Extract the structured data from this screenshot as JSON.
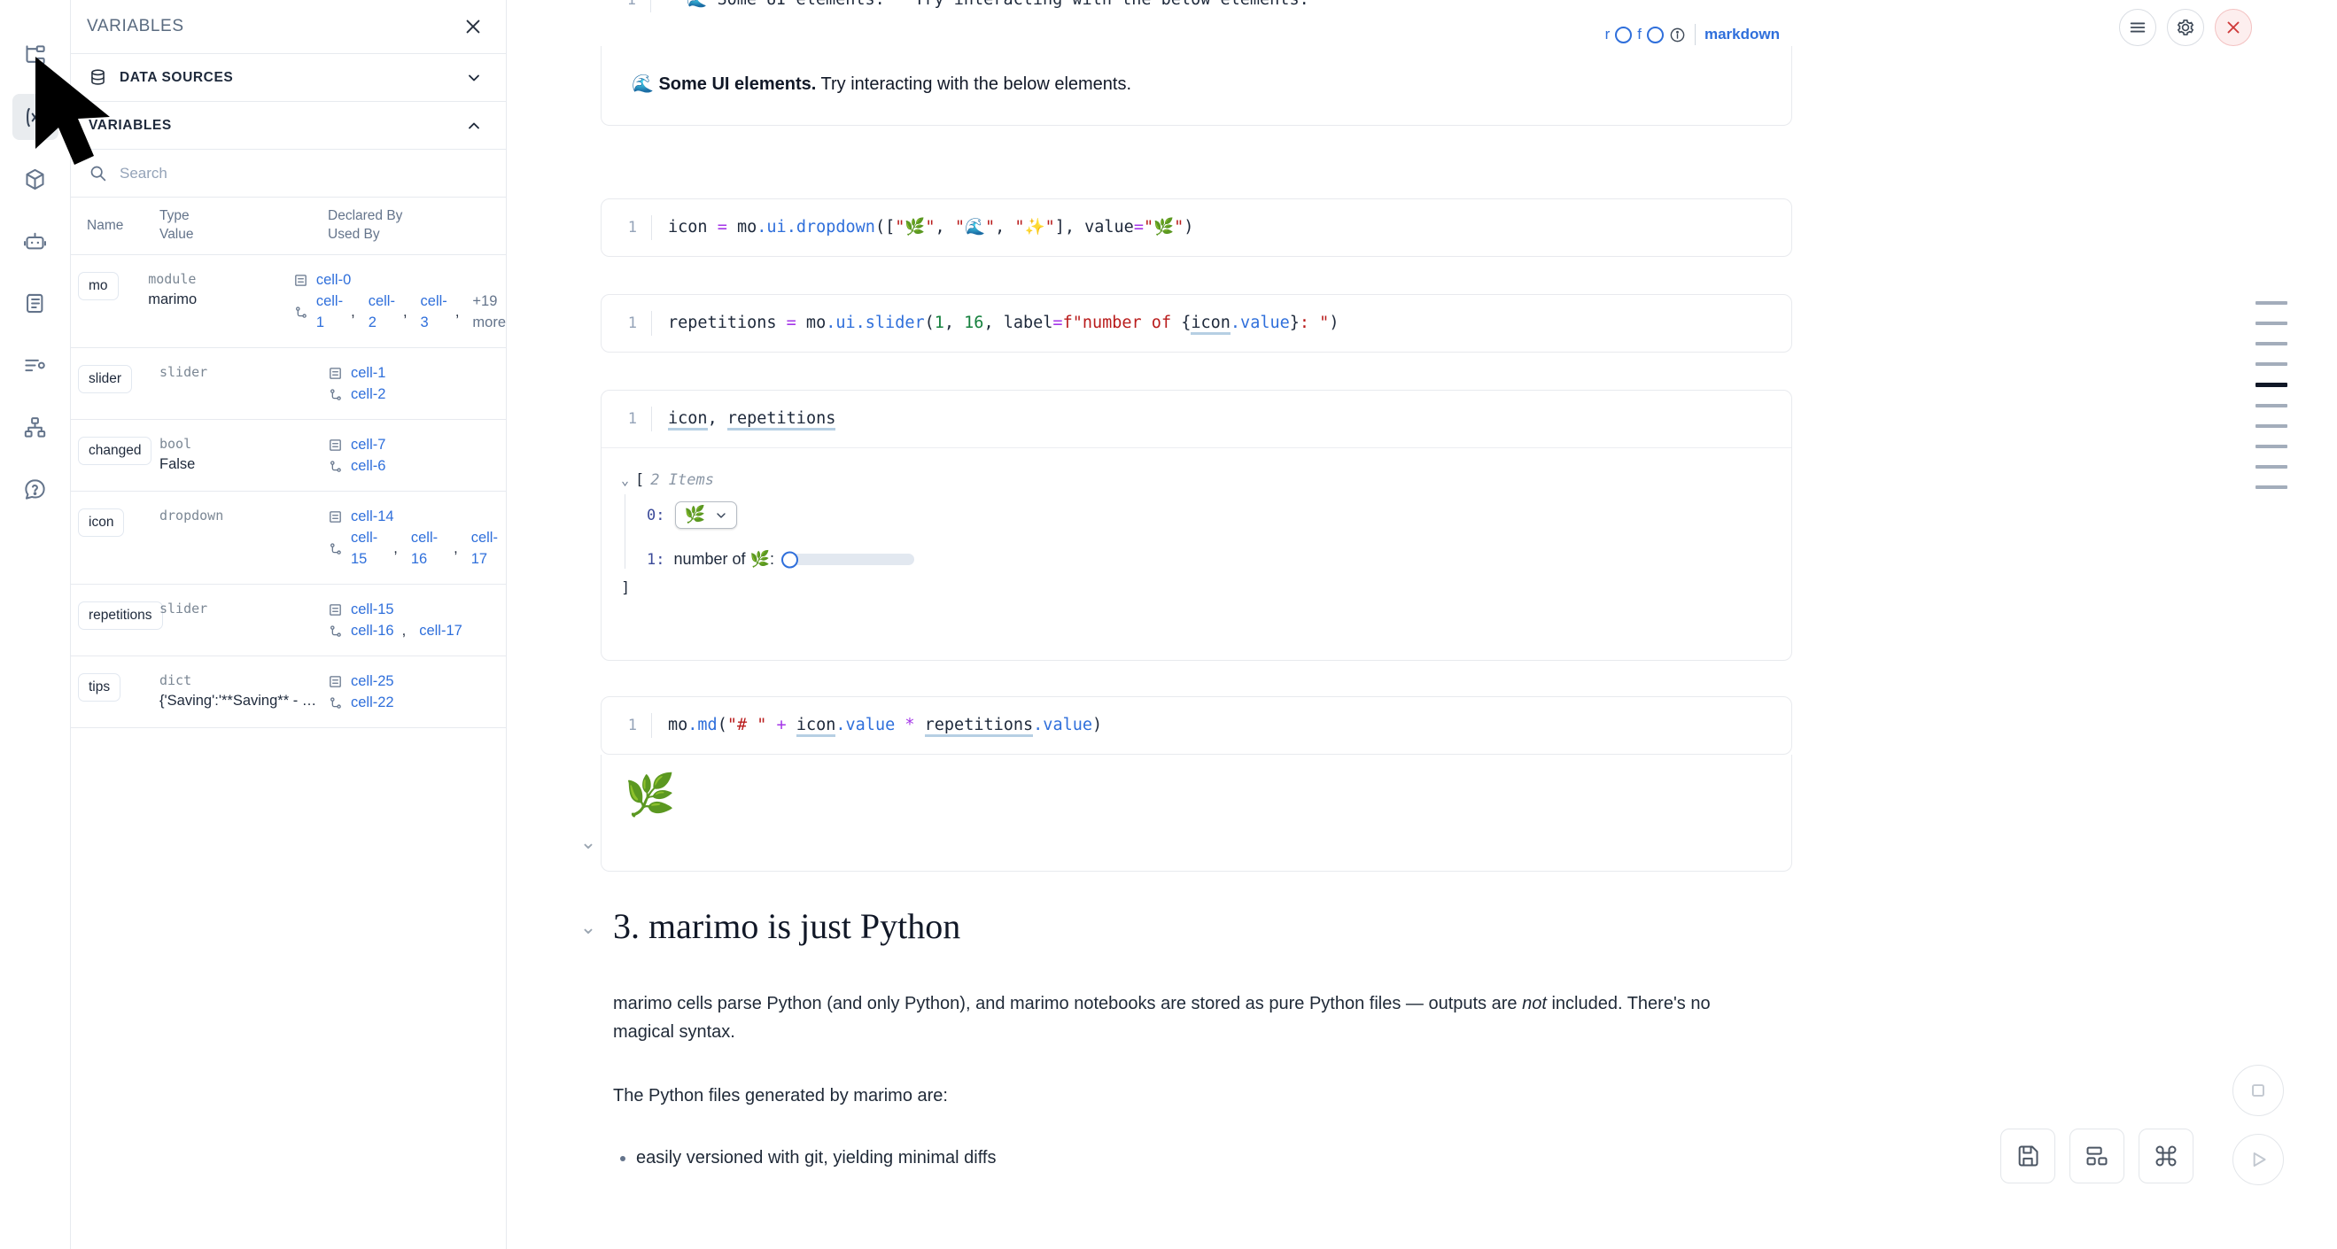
{
  "rail": {
    "items": [
      {
        "name": "notebook-outline-icon",
        "active": false
      },
      {
        "name": "variables-icon",
        "active": true
      },
      {
        "name": "packages-icon",
        "active": false
      },
      {
        "name": "ai-assistant-icon",
        "active": false
      },
      {
        "name": "scratchpad-icon",
        "active": false
      },
      {
        "name": "logs-icon",
        "active": false
      },
      {
        "name": "dependency-graph-icon",
        "active": false
      },
      {
        "name": "help-icon",
        "active": false
      }
    ]
  },
  "panel": {
    "title": "VARIABLES",
    "close_label": "×",
    "sections": [
      {
        "label": "DATA SOURCES",
        "expanded": false
      },
      {
        "label": "VARIABLES",
        "expanded": true
      }
    ],
    "search": {
      "value": "",
      "placeholder": "Search"
    },
    "columns": {
      "name": "Name",
      "type": "Type",
      "value": "Value",
      "declared_by": "Declared By",
      "used_by": "Used By"
    },
    "rows": [
      {
        "name": "mo",
        "type": "module",
        "value": "marimo",
        "declared_by": [
          "cell-0"
        ],
        "used_by": [
          "cell-1",
          "cell-2",
          "cell-3"
        ],
        "more": "+19 more"
      },
      {
        "name": "slider",
        "type": "slider",
        "value": "",
        "declared_by": [
          "cell-1"
        ],
        "used_by": [
          "cell-2"
        ],
        "more": ""
      },
      {
        "name": "changed",
        "type": "bool",
        "value": "False",
        "declared_by": [
          "cell-7"
        ],
        "used_by": [
          "cell-6"
        ],
        "more": ""
      },
      {
        "name": "icon",
        "type": "dropdown",
        "value": "",
        "declared_by": [
          "cell-14"
        ],
        "used_by": [
          "cell-15",
          "cell-16",
          "cell-17"
        ],
        "more": ""
      },
      {
        "name": "repetitions",
        "type": "slider",
        "value": "",
        "declared_by": [
          "cell-15"
        ],
        "used_by": [
          "cell-16",
          "cell-17"
        ],
        "more": ""
      },
      {
        "name": "tips",
        "type": "dict",
        "value": "{'Saving':'**Saving** - _Na...",
        "declared_by": [
          "cell-25"
        ],
        "used_by": [
          "cell-22"
        ],
        "more": ""
      }
    ]
  },
  "notebook": {
    "cell_top": {
      "line_number": "1",
      "code_cut": "\"\"🌊 Some UI elements.\"\" Try interacting with the below elements.",
      "toolbar": {
        "r_label": "r",
        "f_label": "f",
        "info_icon": "info-icon",
        "language": "markdown",
        "menu_icon": "hamburger-menu-icon",
        "settings_icon": "gear-icon",
        "close_icon": "close-icon"
      },
      "output_emoji": "🌊",
      "output_bold": "Some UI elements.",
      "output_rest": " Try interacting with the below elements."
    },
    "cell_dropdown": {
      "line_number": "1",
      "code": "icon = mo.ui.dropdown([\"🌿\", \"🌊\", \"✨\"], value=\"🌿\")"
    },
    "cell_slider": {
      "line_number": "1",
      "code": "repetitions = mo.ui.slider(1, 16, label=f\"number of {icon.value}: \")"
    },
    "cell_display": {
      "line_number": "1",
      "code": "icon, repetitions",
      "output": {
        "bracket_open": "[",
        "items_label": "2 Items",
        "item0_index": "0:",
        "item0_value": "🌿",
        "item1_index": "1:",
        "item1_label": "number of 🌿:",
        "item1_emoji": "🌿",
        "slider_value": 1,
        "slider_min": 1,
        "slider_max": 16,
        "bracket_close": "]"
      }
    },
    "cell_md": {
      "line_number": "1",
      "code": "mo.md(\"# \" + icon.value * repetitions.value)",
      "output_emoji": "🌿"
    },
    "section": {
      "heading": "3. marimo is just Python",
      "para1_a": "marimo cells parse Python (and only Python), and marimo notebooks are stored as pure Python files — outputs are ",
      "para1_italic": "not",
      "para1_b": " included. There's no magical syntax.",
      "para2": "The Python files generated by marimo are:",
      "bullets": [
        "easily versioned with git, yielding minimal diffs"
      ]
    },
    "minimap": {
      "bars": 10,
      "active_index": 4
    },
    "bottom_tools": [
      {
        "name": "save-button",
        "icon": "floppy-disk-icon"
      },
      {
        "name": "layout-button",
        "icon": "layout-icon"
      },
      {
        "name": "command-palette-button",
        "icon": "command-icon"
      }
    ],
    "run_tools": [
      {
        "name": "stop-button",
        "icon": "stop-square-icon"
      },
      {
        "name": "run-button",
        "icon": "play-icon"
      }
    ]
  },
  "colors": {
    "accent_blue": "#2f6fdb",
    "link_blue": "#2f6fdb",
    "danger_red": "#cf3a3a",
    "muted": "#64748b",
    "border": "#e7eaef"
  }
}
